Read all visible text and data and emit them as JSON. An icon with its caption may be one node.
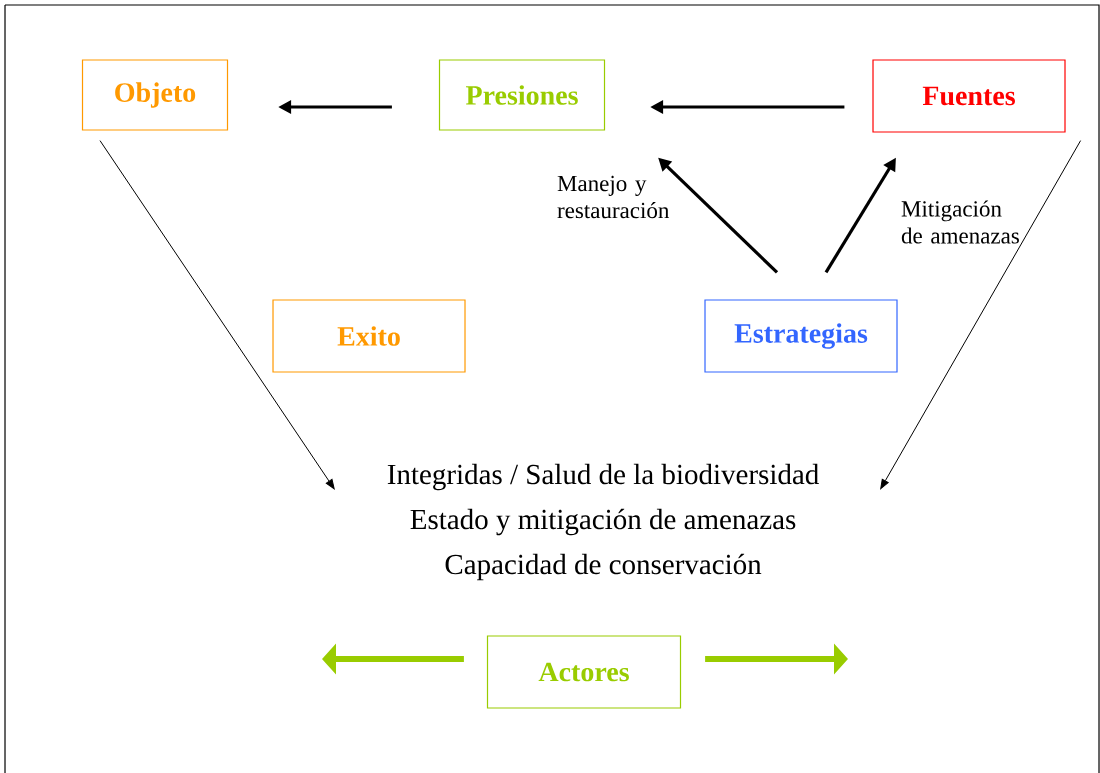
{
  "diagram": {
    "nodes": [
      {
        "text": [
          "Objeto"
        ]
      },
      {
        "text": [
          "Presiones"
        ]
      },
      {
        "text": [
          "Fuentes"
        ]
      },
      {
        "text": [
          "Exito"
        ]
      },
      {
        "text": [
          "Estrategias"
        ]
      },
      {
        "text": [
          "Integridas / Salud de la biodiversidad",
          "Estado y mitigación de amenazas",
          "Capacidad de conservación"
        ]
      },
      {
        "text": [
          "Actores"
        ]
      }
    ],
    "edges": [
      {
        "from": 1,
        "to": 0,
        "arrow": "to"
      },
      {
        "from": 2,
        "to": 1,
        "arrow": "to"
      },
      {
        "from": 4,
        "to": 1,
        "arrow": "to",
        "label": "Manejo y restauración"
      },
      {
        "from": 4,
        "to": 2,
        "arrow": "to",
        "label": "Mitigación de amenazas"
      },
      {
        "from": 0,
        "to": 5,
        "arrow": "to"
      },
      {
        "from": 2,
        "to": 5,
        "arrow": "to"
      },
      {
        "from": 6,
        "to": null,
        "arrow": "to",
        "style": "thick",
        "color": "#99cc00"
      },
      {
        "from": 6,
        "to": null,
        "arrow": "to",
        "style": "thick",
        "color": "#99cc00"
      }
    ]
  }
}
